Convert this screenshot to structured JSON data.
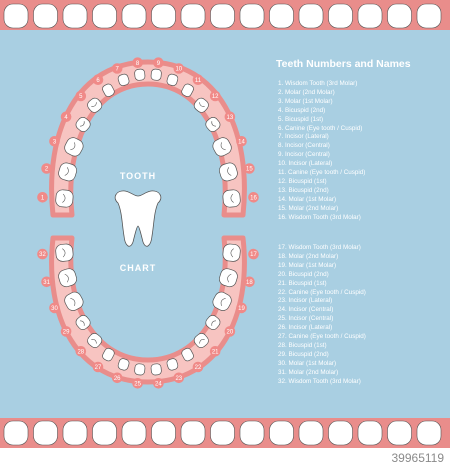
{
  "colors": {
    "background": "#a9cfe2",
    "gum": "#e98d8b",
    "gum_inner": "#f7c4c1",
    "tooth": "#ffffff",
    "tooth_outline": "#555555",
    "number_badge": "#f08a88"
  },
  "header": {
    "title": "Teeth Numbers and Names"
  },
  "upper_list": [
    "1. Wisdom Tooth (3rd Molar)",
    "2. Molar (2nd Molar)",
    "3. Molar (1st Molar)",
    "4. Bicuspid (2nd)",
    "5. Bicuspid (1st)",
    "6. Canine (Eye tooth / Cuspid)",
    "7. Incisor (Lateral)",
    "8. Incisor (Central)",
    "9. Incisor (Central)",
    "10. Incisor (Lateral)",
    "11. Canine (Eye tooth / Cuspid)",
    "12. Bicuspid (1st)",
    "13. Bicuspid (2nd)",
    "14. Molar (1st Molar)",
    "15. Molar (2nd Molar)",
    "16. Wisdom Tooth (3rd Molar)"
  ],
  "lower_list": [
    "17. Wisdom Tooth (3rd Molar)",
    "18. Molar (2nd Molar)",
    "19. Molar (1st Molar)",
    "20. Bicuspid (2nd)",
    "21. Bicuspid (1st)",
    "22. Canine (Eye tooth / Cuspid)",
    "23. Incisor (Lateral)",
    "24. Incisor (Central)",
    "25. Incisor (Central)",
    "26. Incisor (Lateral)",
    "27. Canine (Eye tooth / Cuspid)",
    "28. Bicuspid (1st)",
    "29. Bicuspid (2nd)",
    "30. Molar (1st Molar)",
    "31. Molar (2nd Molar)",
    "32. Wisdom Tooth (3rd Molar)"
  ],
  "center_labels": {
    "top": "TOOTH",
    "bottom": "CHART"
  },
  "tooth_numbers": [
    "1",
    "2",
    "3",
    "4",
    "5",
    "6",
    "7",
    "8",
    "9",
    "10",
    "11",
    "12",
    "13",
    "14",
    "15",
    "16",
    "17",
    "18",
    "19",
    "20",
    "21",
    "22",
    "23",
    "24",
    "25",
    "26",
    "27",
    "28",
    "29",
    "30",
    "31",
    "32"
  ],
  "footer": {
    "stock_id": "39965119"
  }
}
